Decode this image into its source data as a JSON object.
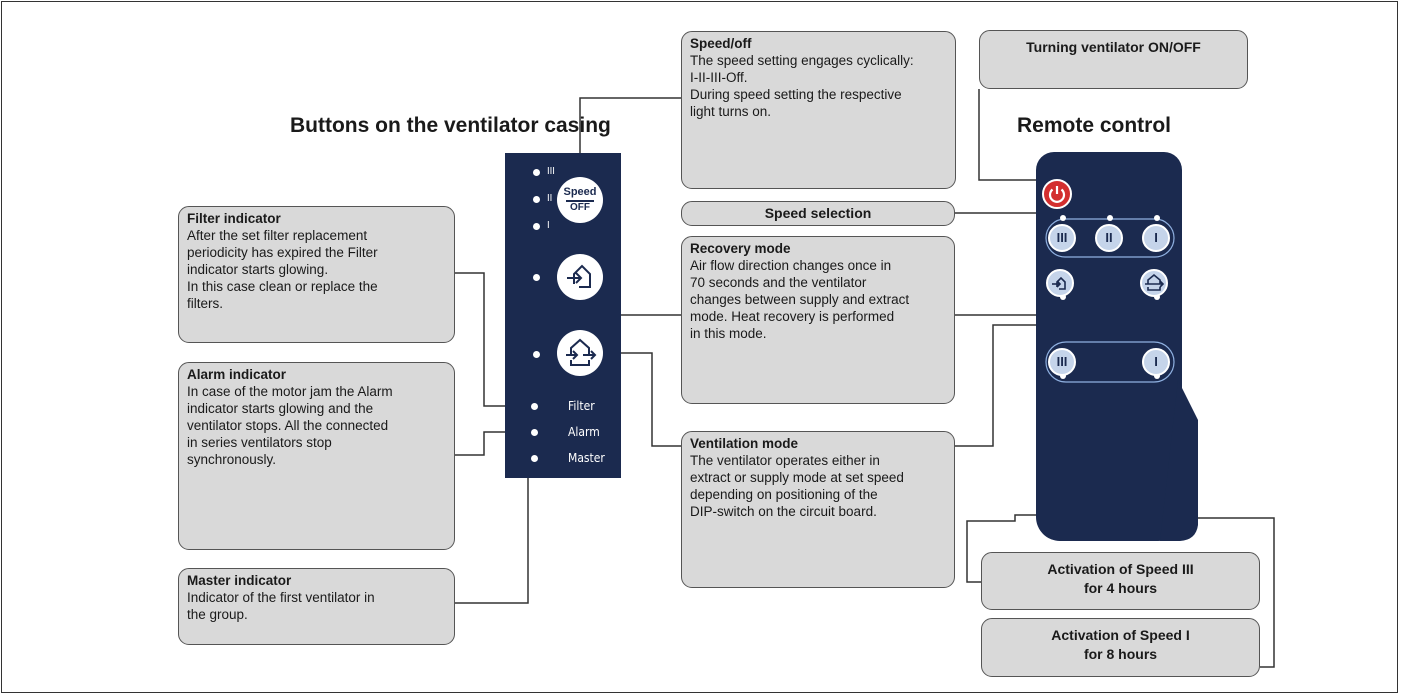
{
  "headings": {
    "casing": "Buttons on the ventilator casing",
    "remote": "Remote control"
  },
  "panel": {
    "speed_top": "Speed",
    "speed_bottom": "OFF",
    "speed_marks": [
      "III",
      "II",
      "I"
    ],
    "indicators": [
      "Filter",
      "Alarm",
      "Master"
    ]
  },
  "remote_buttons": {
    "speeds": [
      "III",
      "II",
      "I"
    ],
    "timers": [
      "III",
      "I"
    ]
  },
  "callouts": {
    "speed_off": {
      "title": "Speed/off",
      "body": "The speed setting engages cyclically:\nI-II-III-Off.\nDuring speed setting the respective\nlight turns on."
    },
    "filter": {
      "title": "Filter indicator",
      "body": "After the set filter replacement\nperiodicity has expired the Filter\nindicator starts glowing.\nIn this case clean or replace the\nfilters."
    },
    "alarm": {
      "title": "Alarm indicator",
      "body": "In case of the motor jam the Alarm\nindicator starts glowing and the\nventilator stops. All the connected\nin series ventilators stop\nsynchronously."
    },
    "master": {
      "title": "Master indicator",
      "body": "Indicator of the first ventilator in\nthe group."
    },
    "recovery": {
      "title": "Recovery mode",
      "body": "Air flow direction changes once in\n70 seconds and the ventilator\nchanges between supply and extract\nmode. Heat recovery is performed\nin this mode."
    },
    "ventilation": {
      "title": "Ventilation mode",
      "body": "The ventilator operates either in\nextract or supply mode at set speed\ndepending on positioning of the\nDIP-switch on the circuit board."
    }
  },
  "labels": {
    "on_off": "Turning ventilator ON/OFF",
    "speed_selection": "Speed selection",
    "speed3_line1": "Activation of Speed III",
    "speed3_line2": "for 4 hours",
    "speed1_line1": "Activation of Speed I",
    "speed1_line2": "for 8 hours"
  },
  "colors": {
    "navy": "#1b2a4f",
    "callout_fill": "#d9d9d9",
    "power_red": "#d32f2f"
  }
}
